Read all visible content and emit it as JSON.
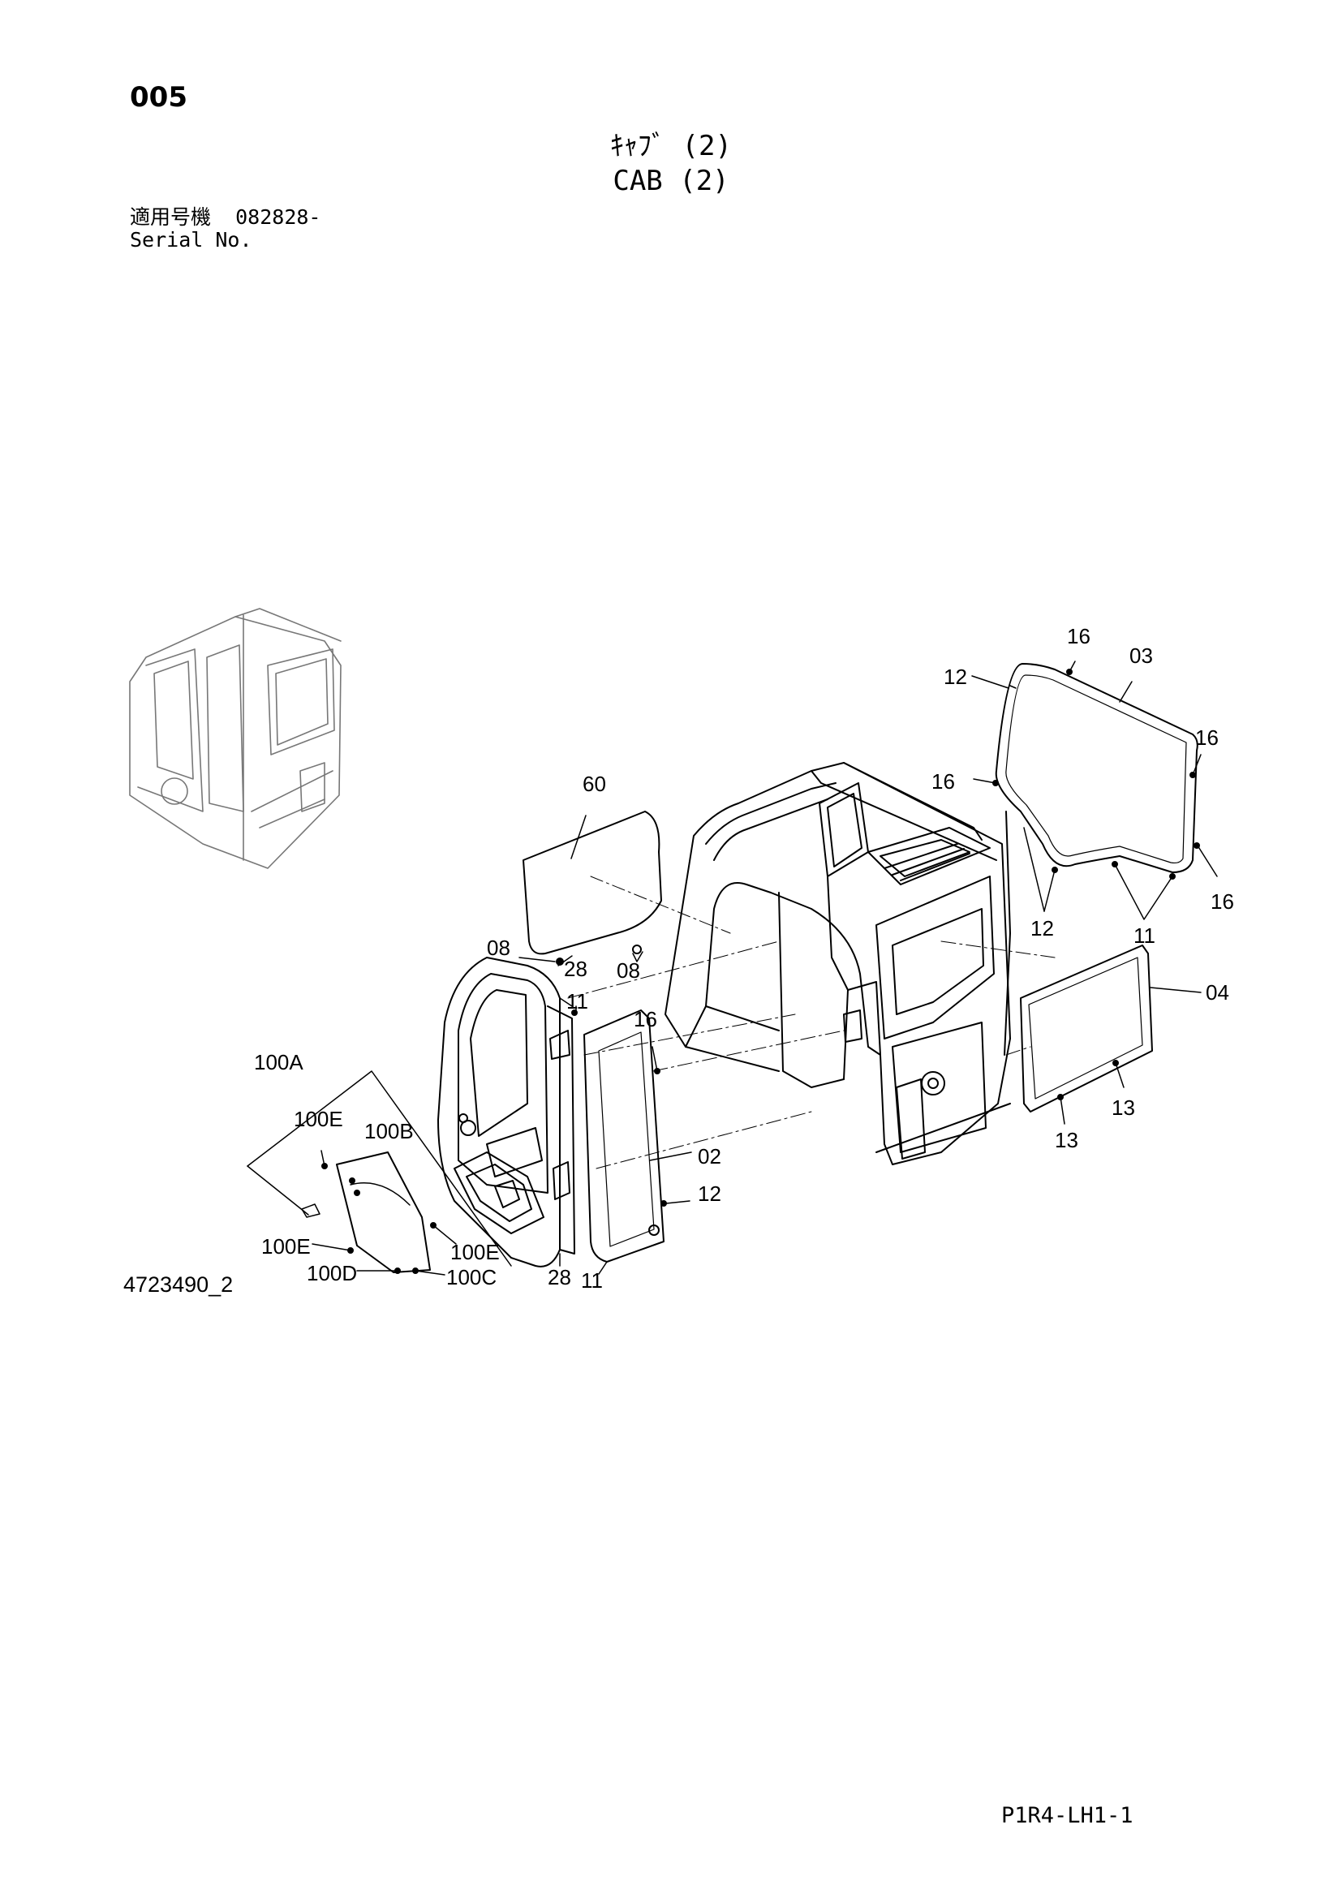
{
  "page_code": "005",
  "title_jp": "ｷｬﾌﾞ (2)",
  "title_en": "CAB (2)",
  "serial_label_jp": "適用号機",
  "serial_value": "082828-",
  "serial_label_en": "Serial No.",
  "drawing_id": "4723490_2",
  "sheet_id": "P1R4-LH1-1",
  "callouts": {
    "c60": "60",
    "c08a": "08",
    "c08b": "08",
    "c28a": "28",
    "c11a": "11",
    "c16a": "16",
    "c100A": "100A",
    "c100E1": "100E",
    "c100B": "100B",
    "c100E2": "100E",
    "c100E3": "100E",
    "c100D": "100D",
    "c100C": "100C",
    "c28b": "28",
    "c11b": "11",
    "c02": "02",
    "c12a": "12",
    "c16b": "16",
    "c03": "03",
    "c12b": "12",
    "c16c": "16",
    "c16d": "16",
    "c16e": "16",
    "c12c": "12",
    "c11c": "11",
    "c04": "04",
    "c13a": "13",
    "c13b": "13"
  }
}
